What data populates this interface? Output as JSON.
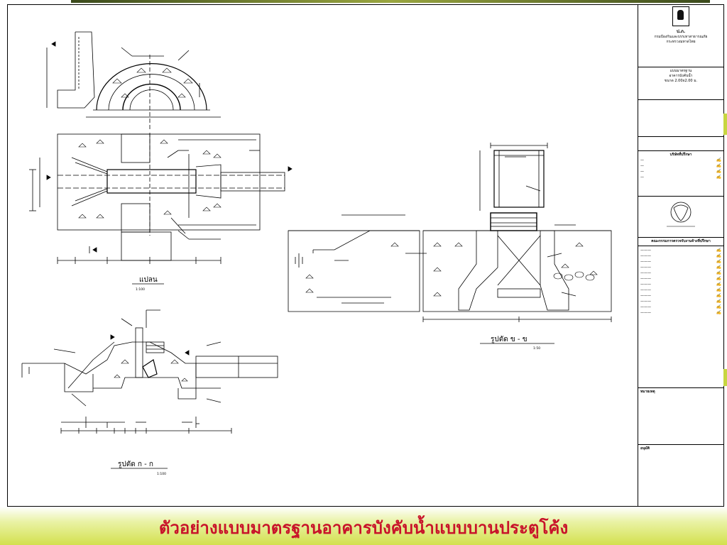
{
  "caption": "ตัวอย่างแบบมาตรฐานอาคารบังคับน้ำแบบบานประตูโค้ง",
  "views": {
    "plan": {
      "title": "แปลน",
      "scale": "1:100"
    },
    "section_b": {
      "title": "รูปตัด ข - ข",
      "scale": "1:50"
    },
    "section_a": {
      "title": "รูปตัด ก - ก",
      "scale": "1:100"
    }
  },
  "title_block": {
    "logo": "ป.ภ.",
    "org_lines": [
      "กรมป้องกันและบรรเทาสาธารณภัย",
      "กระทรวงมหาดไทย"
    ],
    "project_lines": [
      "แบบมาตรฐาน",
      "อาคารบังคับน้ำ",
      "ขนาด 2.00x2.00 ม."
    ],
    "company": "บริษัทที่ปรึกษา",
    "committee": "คณะกรรมการตรวจรับงานจ้างที่ปรึกษา",
    "notes_label": "หมายเหตุ",
    "approve_label": "อนุมัติ"
  },
  "colors": {
    "caption_text": "#c8132a",
    "caption_bar": "#d3e04e",
    "line": "#000000"
  }
}
